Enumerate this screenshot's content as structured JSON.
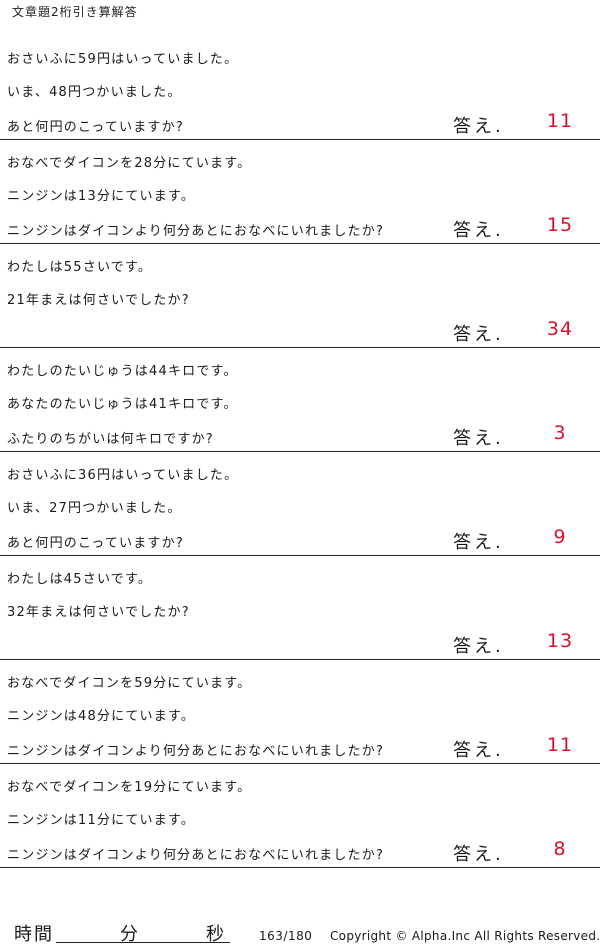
{
  "title": "文章題2桁引き算解答",
  "answer_label": "答え.",
  "problems": [
    {
      "lines": [
        "おさいふに59円はいっていました。",
        "いま、48円つかいました。",
        "あと何円のこっていますか?"
      ],
      "answer": "11"
    },
    {
      "lines": [
        "おなべでダイコンを28分にています。",
        "ニンジンは13分にています。",
        "ニンジンはダイコンより何分あとにおなべにいれましたか?"
      ],
      "answer": "15"
    },
    {
      "lines": [
        "わたしは55さいです。",
        "21年まえは何さいでしたか?",
        ""
      ],
      "answer": "34"
    },
    {
      "lines": [
        "わたしのたいじゅうは44キロです。",
        "あなたのたいじゅうは41キロです。",
        "ふたりのちがいは何キロですか?"
      ],
      "answer": "3"
    },
    {
      "lines": [
        "おさいふに36円はいっていました。",
        "いま、27円つかいました。",
        "あと何円のこっていますか?"
      ],
      "answer": "9"
    },
    {
      "lines": [
        "わたしは45さいです。",
        "32年まえは何さいでしたか?",
        ""
      ],
      "answer": "13"
    },
    {
      "lines": [
        "おなべでダイコンを59分にています。",
        "ニンジンは48分にています。",
        "ニンジンはダイコンより何分あとにおなべにいれましたか?"
      ],
      "answer": "11"
    },
    {
      "lines": [
        "おなべでダイコンを19分にています。",
        "ニンジンは11分にています。",
        "ニンジンはダイコンより何分あとにおなべにいれましたか?"
      ],
      "answer": "8"
    }
  ],
  "footer": {
    "time_label": "時間",
    "minutes_label": "分",
    "seconds_label": "秒",
    "page_number": "163/180",
    "copyright": "Copyright © Alpha.Inc All Rights Reserved."
  },
  "colors": {
    "answer": "#e0102a",
    "text": "#1a1a1a"
  }
}
